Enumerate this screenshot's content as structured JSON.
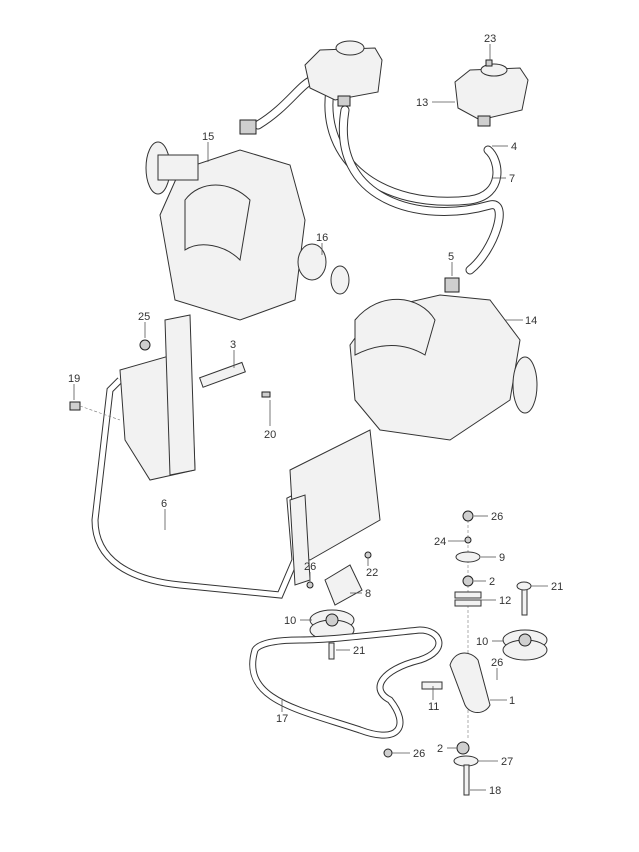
{
  "diagram": {
    "callouts": [
      {
        "id": "23"
      },
      {
        "id": "13"
      },
      {
        "id": "4"
      },
      {
        "id": "7"
      },
      {
        "id": "15"
      },
      {
        "id": "16"
      },
      {
        "id": "5"
      },
      {
        "id": "14"
      },
      {
        "id": "25"
      },
      {
        "id": "3"
      },
      {
        "id": "19"
      },
      {
        "id": "20"
      },
      {
        "id": "6"
      },
      {
        "id": "26"
      },
      {
        "id": "24"
      },
      {
        "id": "9"
      },
      {
        "id": "22"
      },
      {
        "id": "2"
      },
      {
        "id": "8"
      },
      {
        "id": "12"
      },
      {
        "id": "21"
      },
      {
        "id": "10"
      },
      {
        "id": "10"
      },
      {
        "id": "21"
      },
      {
        "id": "26"
      },
      {
        "id": "26"
      },
      {
        "id": "17"
      },
      {
        "id": "11"
      },
      {
        "id": "1"
      },
      {
        "id": "2"
      },
      {
        "id": "27"
      },
      {
        "id": "26"
      },
      {
        "id": "18"
      }
    ]
  }
}
